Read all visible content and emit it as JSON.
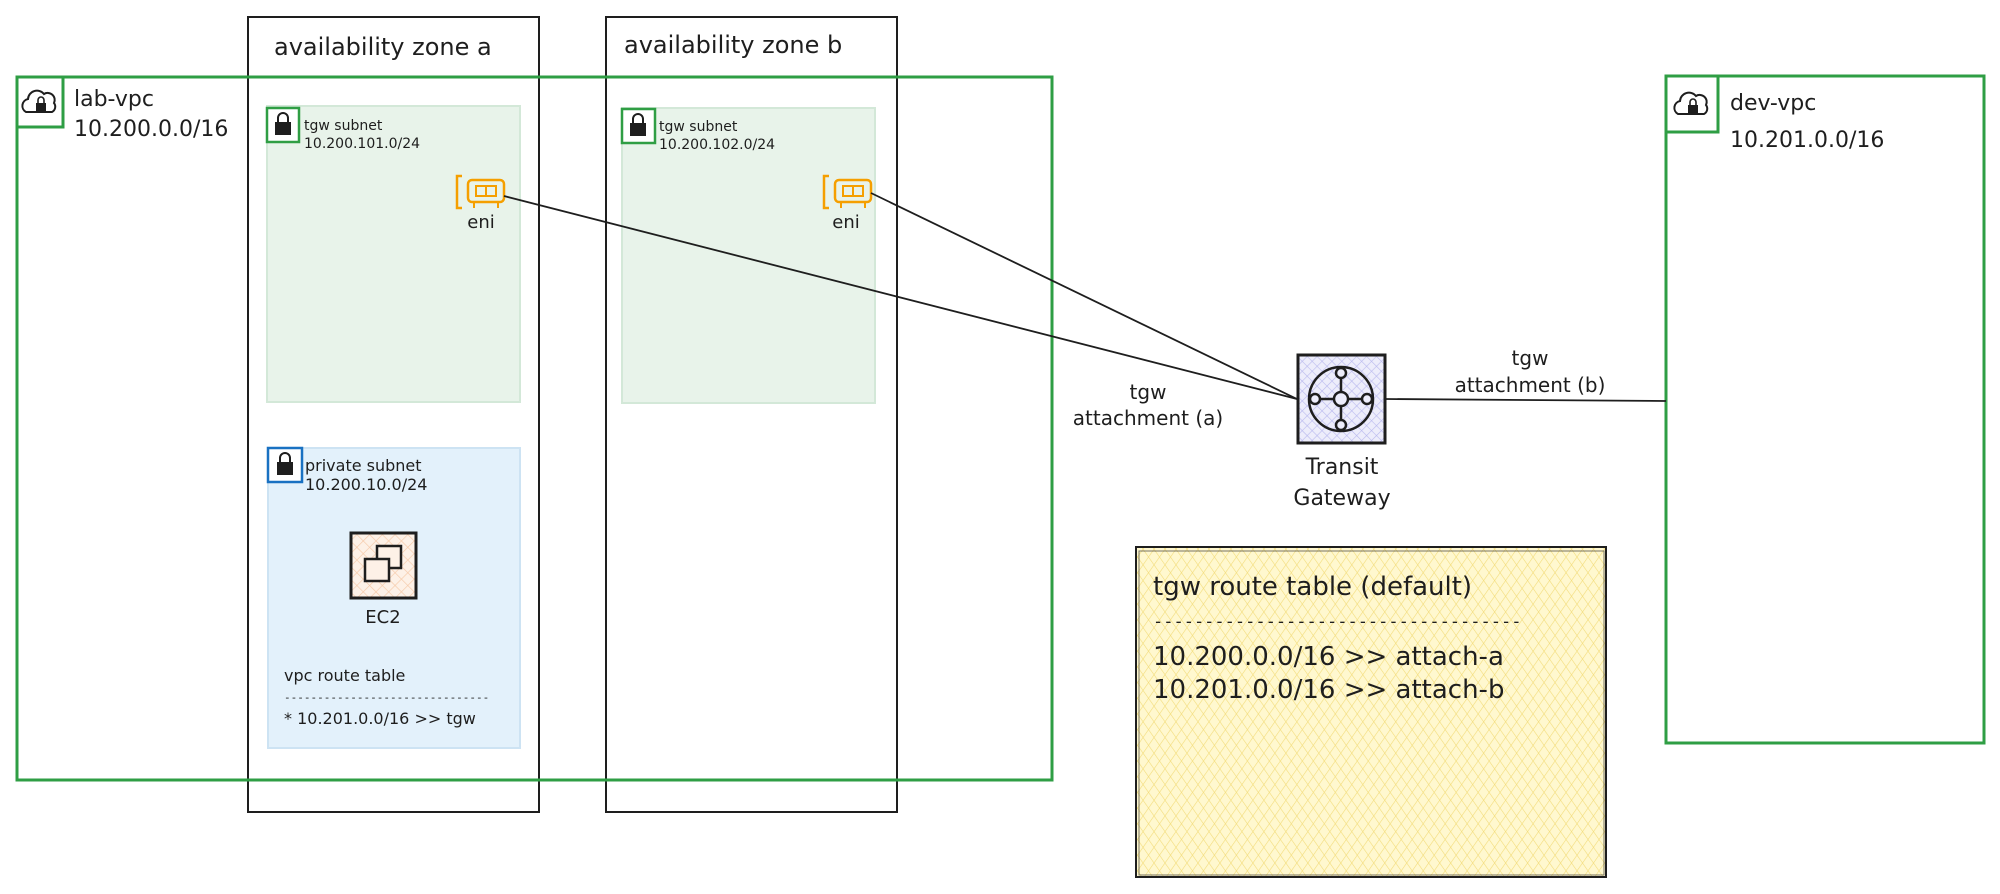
{
  "zones": {
    "zone_a_title": "availability zone a",
    "zone_b_title": "availability zone b"
  },
  "lab_vpc": {
    "name": "lab-vpc",
    "cidr": "10.200.0.0/16",
    "border_color": "#2f9e44"
  },
  "dev_vpc": {
    "name": "dev-vpc",
    "cidr": "10.201.0.0/16",
    "border_color": "#2f9e44"
  },
  "tgw_subnet_a": {
    "title": "tgw subnet",
    "cidr": "10.200.101.0/24",
    "eni_label": "eni",
    "fill_color": "#e8f3ea"
  },
  "tgw_subnet_b": {
    "title": "tgw subnet",
    "cidr": "10.200.102.0/24",
    "eni_label": "eni"
  },
  "private_subnet": {
    "title": "private subnet",
    "cidr": "10.200.10.0/24",
    "ec2_label": "EC2",
    "route_table_title": "vpc route table",
    "route_table_divider": "-------------------------------",
    "route_entry": "* 10.201.0.0/16 >> tgw",
    "fill_color": "#e3f1fb",
    "border_color": "#1971c2"
  },
  "transit_gateway": {
    "line1": "Transit",
    "line2": "Gateway",
    "fill_color": "#d0d0f5"
  },
  "attachments": {
    "a_line1": "tgw",
    "a_line2": "attachment (a)",
    "b_line1": "tgw",
    "b_line2": "attachment (b)"
  },
  "tgw_route_table": {
    "title": "tgw route table (default)",
    "divider": "------------------------------------",
    "route_1": "10.200.0.0/16 >> attach-a",
    "route_2": "10.201.0.0/16 >> attach-b",
    "fill_color": "#fff3b0"
  },
  "icons": {
    "vpc_cloud": "cloud-lock-icon",
    "subnet_lock": "lock-icon",
    "eni": "network-interface-icon",
    "ec2": "ec2-instance-icon",
    "tgw": "transit-gateway-icon",
    "accent_orange": "#f59f00"
  }
}
